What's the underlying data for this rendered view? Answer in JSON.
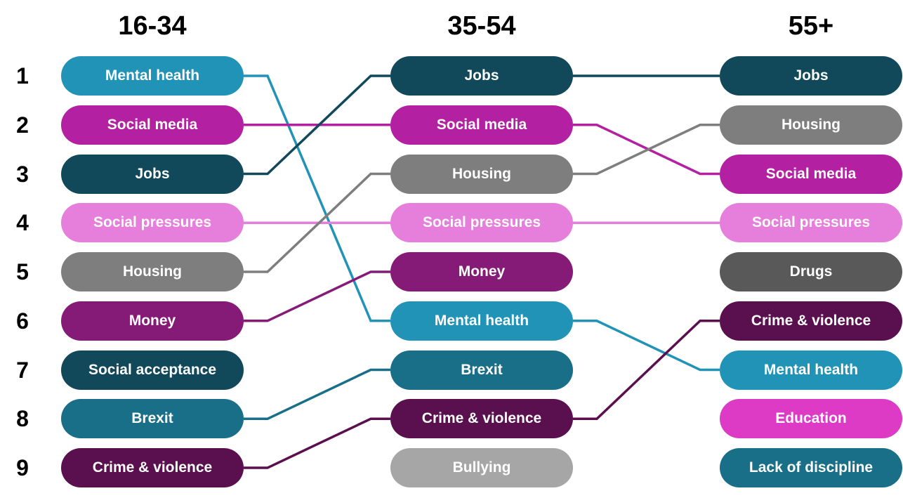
{
  "chart_data": {
    "type": "diagram",
    "rank_labels": [
      "1",
      "2",
      "3",
      "4",
      "5",
      "6",
      "7",
      "8",
      "9"
    ],
    "columns": [
      {
        "header": "16-34",
        "items": [
          {
            "label": "Mental health",
            "color": "#2193b7"
          },
          {
            "label": "Social media",
            "color": "#b320a2"
          },
          {
            "label": "Jobs",
            "color": "#11485a"
          },
          {
            "label": "Social pressures",
            "color": "#e67fdb"
          },
          {
            "label": "Housing",
            "color": "#7e7e7e"
          },
          {
            "label": "Money",
            "color": "#861a77"
          },
          {
            "label": "Social acceptance",
            "color": "#11485a"
          },
          {
            "label": "Brexit",
            "color": "#196e88"
          },
          {
            "label": "Crime & violence",
            "color": "#5a0f4e"
          }
        ]
      },
      {
        "header": "35-54",
        "items": [
          {
            "label": "Jobs",
            "color": "#11485a"
          },
          {
            "label": "Social media",
            "color": "#b320a2"
          },
          {
            "label": "Housing",
            "color": "#7e7e7e"
          },
          {
            "label": "Social pressures",
            "color": "#e67fdb"
          },
          {
            "label": "Money",
            "color": "#861a77"
          },
          {
            "label": "Mental health",
            "color": "#2193b7"
          },
          {
            "label": "Brexit",
            "color": "#196e88"
          },
          {
            "label": "Crime & violence",
            "color": "#5a0f4e"
          },
          {
            "label": "Bullying",
            "color": "#a6a6a6"
          }
        ]
      },
      {
        "header": "55+",
        "items": [
          {
            "label": "Jobs",
            "color": "#11485a"
          },
          {
            "label": "Housing",
            "color": "#7e7e7e"
          },
          {
            "label": "Social media",
            "color": "#b320a2"
          },
          {
            "label": "Social pressures",
            "color": "#e67fdb"
          },
          {
            "label": "Drugs",
            "color": "#595959"
          },
          {
            "label": "Crime & violence",
            "color": "#5a0f4e"
          },
          {
            "label": "Mental health",
            "color": "#2193b7"
          },
          {
            "label": "Education",
            "color": "#dd3ac6"
          },
          {
            "label": "Lack of discipline",
            "color": "#196e88"
          }
        ]
      }
    ],
    "links": [
      {
        "from": [
          0,
          0
        ],
        "to": [
          1,
          5
        ],
        "color": "#2193b7"
      },
      {
        "from": [
          0,
          1
        ],
        "to": [
          1,
          1
        ],
        "color": "#b320a2"
      },
      {
        "from": [
          0,
          2
        ],
        "to": [
          1,
          0
        ],
        "color": "#11485a"
      },
      {
        "from": [
          0,
          3
        ],
        "to": [
          1,
          3
        ],
        "color": "#e67fdb"
      },
      {
        "from": [
          0,
          4
        ],
        "to": [
          1,
          2
        ],
        "color": "#7e7e7e"
      },
      {
        "from": [
          0,
          5
        ],
        "to": [
          1,
          4
        ],
        "color": "#861a77"
      },
      {
        "from": [
          0,
          7
        ],
        "to": [
          1,
          6
        ],
        "color": "#196e88"
      },
      {
        "from": [
          0,
          8
        ],
        "to": [
          1,
          7
        ],
        "color": "#5a0f4e"
      },
      {
        "from": [
          1,
          0
        ],
        "to": [
          2,
          0
        ],
        "color": "#11485a"
      },
      {
        "from": [
          1,
          1
        ],
        "to": [
          2,
          2
        ],
        "color": "#b320a2"
      },
      {
        "from": [
          1,
          2
        ],
        "to": [
          2,
          1
        ],
        "color": "#7e7e7e"
      },
      {
        "from": [
          1,
          3
        ],
        "to": [
          2,
          3
        ],
        "color": "#e67fdb"
      },
      {
        "from": [
          1,
          5
        ],
        "to": [
          2,
          6
        ],
        "color": "#2193b7"
      },
      {
        "from": [
          1,
          7
        ],
        "to": [
          2,
          5
        ],
        "color": "#5a0f4e"
      }
    ]
  }
}
